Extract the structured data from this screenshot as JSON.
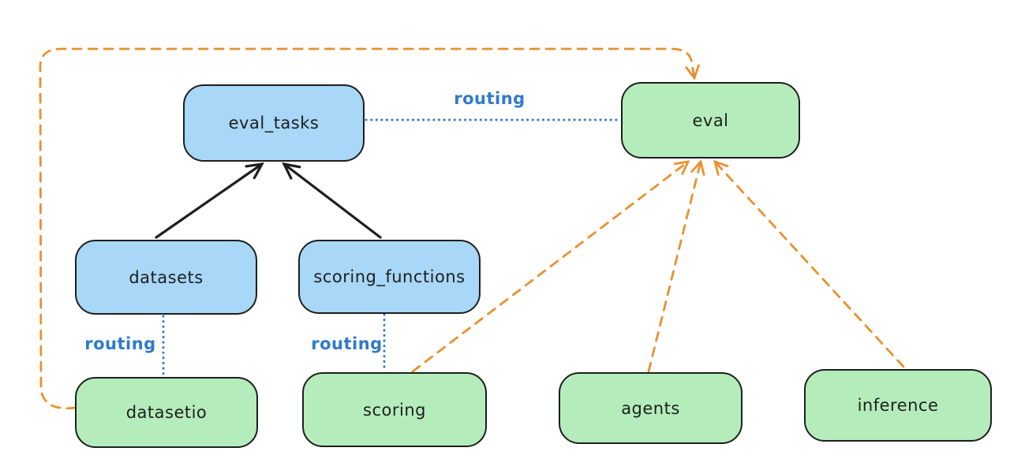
{
  "diagram": {
    "background_color": "#ffffff",
    "colors": {
      "background": "#ffffff",
      "blue-fill": "#a8d7f7",
      "green-fill": "#b4edbb",
      "node-stroke": "#1e1e1e",
      "node-text": "#1e1e1e",
      "orange-edge": "#e8912e",
      "blue-edge": "#2f7ac9",
      "black-edge": "#1e1e1e"
    },
    "nodes": [
      {
        "id": "eval_tasks",
        "label": "eval_tasks",
        "fill": "blue"
      },
      {
        "id": "eval",
        "label": "eval",
        "fill": "green"
      },
      {
        "id": "datasets",
        "label": "datasets",
        "fill": "blue"
      },
      {
        "id": "scoring_functions",
        "label": "scoring_functions",
        "fill": "blue"
      },
      {
        "id": "datasetio",
        "label": "datasetio",
        "fill": "green"
      },
      {
        "id": "scoring",
        "label": "scoring",
        "fill": "green"
      },
      {
        "id": "agents",
        "label": "agents",
        "fill": "green"
      },
      {
        "id": "inference",
        "label": "inference",
        "fill": "green"
      }
    ],
    "edges": [
      {
        "from": "datasets",
        "to": "eval_tasks",
        "style": "solid",
        "color": "black",
        "arrow": true,
        "label": ""
      },
      {
        "from": "scoring_functions",
        "to": "eval_tasks",
        "style": "solid",
        "color": "black",
        "arrow": true,
        "label": ""
      },
      {
        "from": "eval_tasks",
        "to": "eval",
        "style": "dotted",
        "color": "blue",
        "arrow": false,
        "label": "routing"
      },
      {
        "from": "datasets",
        "to": "datasetio",
        "style": "dotted",
        "color": "blue",
        "arrow": false,
        "label": "routing"
      },
      {
        "from": "scoring_functions",
        "to": "scoring",
        "style": "dotted",
        "color": "blue",
        "arrow": false,
        "label": "routing"
      },
      {
        "from": "datasetio",
        "to": "eval",
        "style": "dashed",
        "color": "orange",
        "arrow": true,
        "label": ""
      },
      {
        "from": "scoring",
        "to": "eval",
        "style": "dashed",
        "color": "orange",
        "arrow": true,
        "label": ""
      },
      {
        "from": "agents",
        "to": "eval",
        "style": "dashed",
        "color": "orange",
        "arrow": true,
        "label": ""
      },
      {
        "from": "inference",
        "to": "eval",
        "style": "dashed",
        "color": "orange",
        "arrow": true,
        "label": ""
      }
    ],
    "edge_labels": {
      "eval_tasks_eval": "routing",
      "datasets_datasetio": "routing",
      "scoring_functions_scoring": "routing"
    }
  }
}
